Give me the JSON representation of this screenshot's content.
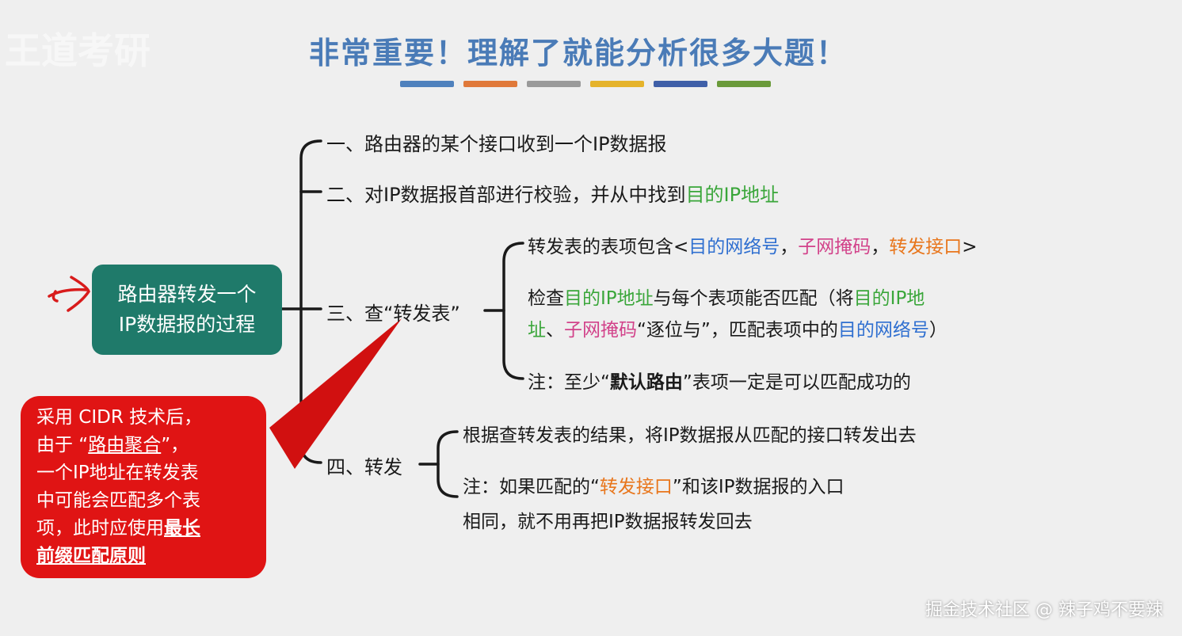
{
  "colors": {
    "title": "#4a7bb7",
    "root_fill": "#1f7a6a",
    "bracket": "#1a1a1a",
    "callout_fill": "#e01414",
    "callout_pointer": "#d11010",
    "green": "#3aa63a",
    "blue": "#2f6fd0",
    "pink": "#d2428a",
    "orange": "#e8761c",
    "red_mark": "#d81b1b"
  },
  "header": {
    "ghost_logo": "王道考研",
    "title": "非常重要！理解了就能分析很多大题！",
    "accent_bars": [
      "#4f81bd",
      "#e0793a",
      "#9a9a9a",
      "#e5b32b",
      "#3f5fa8",
      "#6a9a3a"
    ]
  },
  "diagram": {
    "root": {
      "line1": "路由器转发一个",
      "line2": "IP数据报的过程"
    },
    "step1": {
      "text": "一、路由器的某个接口收到一个IP数据报"
    },
    "step2": {
      "prefix": "二、对IP数据报首部进行校验，并从中找到",
      "highlight": "目的IP地址"
    },
    "step3": {
      "label": "三、查“转发表”",
      "item1": {
        "prefix": "转发表的表项包含<",
        "a": "目的网络号",
        "sep1": "，",
        "b": "子网掩码",
        "sep2": "，",
        "c": "转发接口",
        "suffix": ">"
      },
      "item2": {
        "p1": "检查",
        "g1": "目的IP地址",
        "p2": "与每个表项能否匹配（将",
        "g2": "目的IP地",
        "g3": "址",
        "p3": "、",
        "k1": "子网掩码",
        "p4": "“逐位与”，匹配表项中的",
        "bl": "目的网络号",
        "p5": "）"
      },
      "item3": {
        "prefix": "注：至少“",
        "bold": "默认路由",
        "suffix": "”表项一定是可以匹配成功的"
      }
    },
    "step4": {
      "label": "四、转发",
      "item1": "根据查转发表的结果，将IP数据报从匹配的接口转发出去",
      "item2": {
        "prefix": "注：如果匹配的“",
        "highlight": "转发接口",
        "suffix": "”和该IP数据报的入口",
        "line2": "相同，就不用再把IP数据报转发回去"
      }
    }
  },
  "callout": {
    "l1": "采用 CIDR 技术后，",
    "l2a": "由于 “",
    "l2u": "路由聚合",
    "l2b": "”，",
    "l3": "一个IP地址在转发表",
    "l4": "中可能会匹配多个表",
    "l5a": "项，此时应使用",
    "l5b": "最长",
    "l6": "前缀匹配原则"
  },
  "watermark": "掘金技术社区 @ 辣子鸡不要辣"
}
